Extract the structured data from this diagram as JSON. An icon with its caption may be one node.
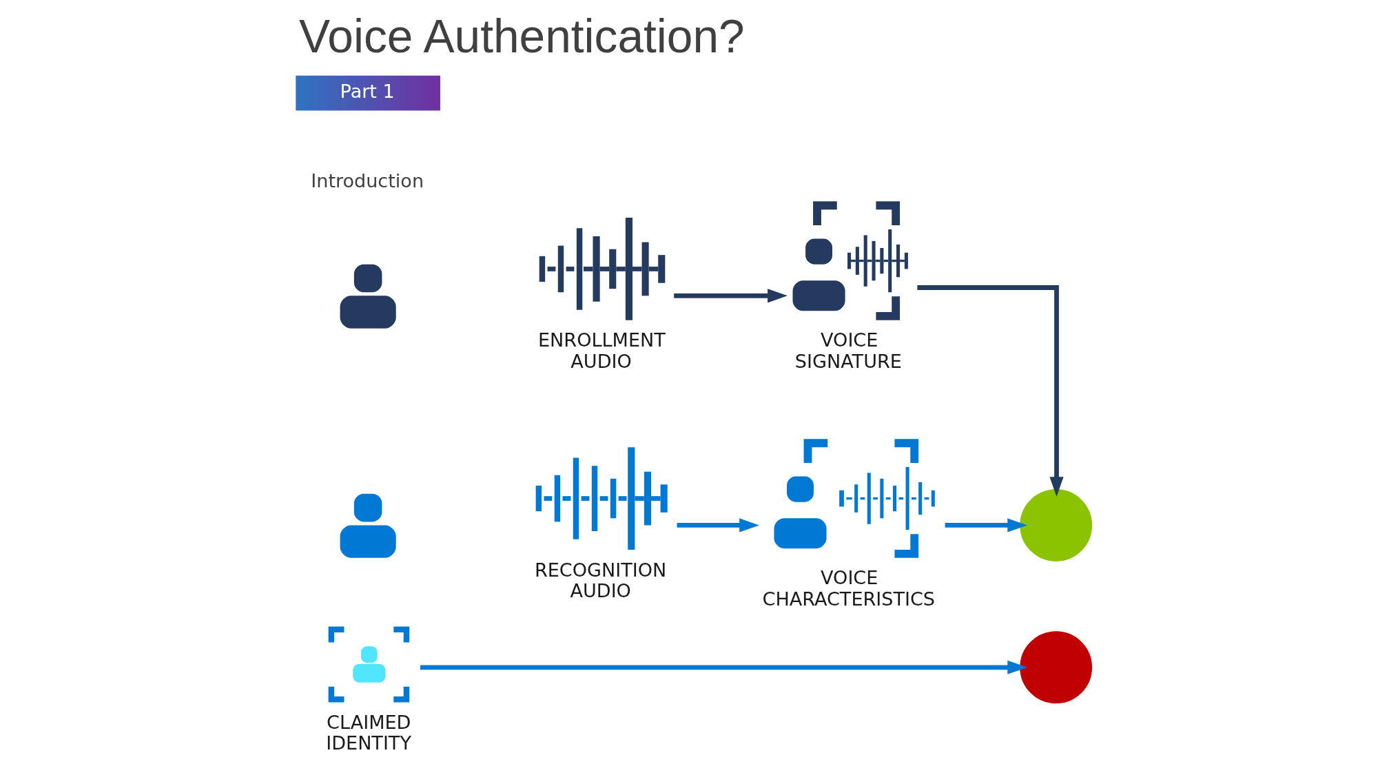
{
  "diagram": {
    "title": "Voice Authentication?",
    "nodes": [
      {
        "text": [],
        "shape": "person"
      },
      {
        "text": [],
        "shape": "picture",
        "beside": [
          "ENROLLMENT AUDIO"
        ]
      },
      {
        "text": [],
        "shape": "picture",
        "beside": [
          "VOICE SIGNATURE"
        ]
      },
      {
        "text": [],
        "shape": "circle"
      },
      {
        "text": [],
        "shape": "circle"
      },
      {
        "text": [],
        "shape": "person"
      },
      {
        "text": [],
        "shape": "picture",
        "beside": [
          "RECOGNITION AUDIO"
        ]
      },
      {
        "text": [],
        "shape": "picture",
        "beside": [
          "VOICE CHARACTERISTICS"
        ]
      },
      {
        "text": [],
        "shape": "picture",
        "beside": [
          "CLAIMED IDENTITY"
        ]
      }
    ],
    "edges": [
      {
        "from": 1,
        "to": 2,
        "arrow": "to",
        "color": "#243a5e"
      },
      {
        "from": 2,
        "to": 3,
        "arrow": "to",
        "color": "#243a5e"
      },
      {
        "from": 6,
        "to": 7,
        "arrow": "to"
      },
      {
        "from": 7,
        "to": 3,
        "arrow": "to"
      },
      {
        "from": 8,
        "to": 4,
        "arrow": "to"
      }
    ],
    "labels": [
      "Part 1",
      "Introduction"
    ]
  }
}
